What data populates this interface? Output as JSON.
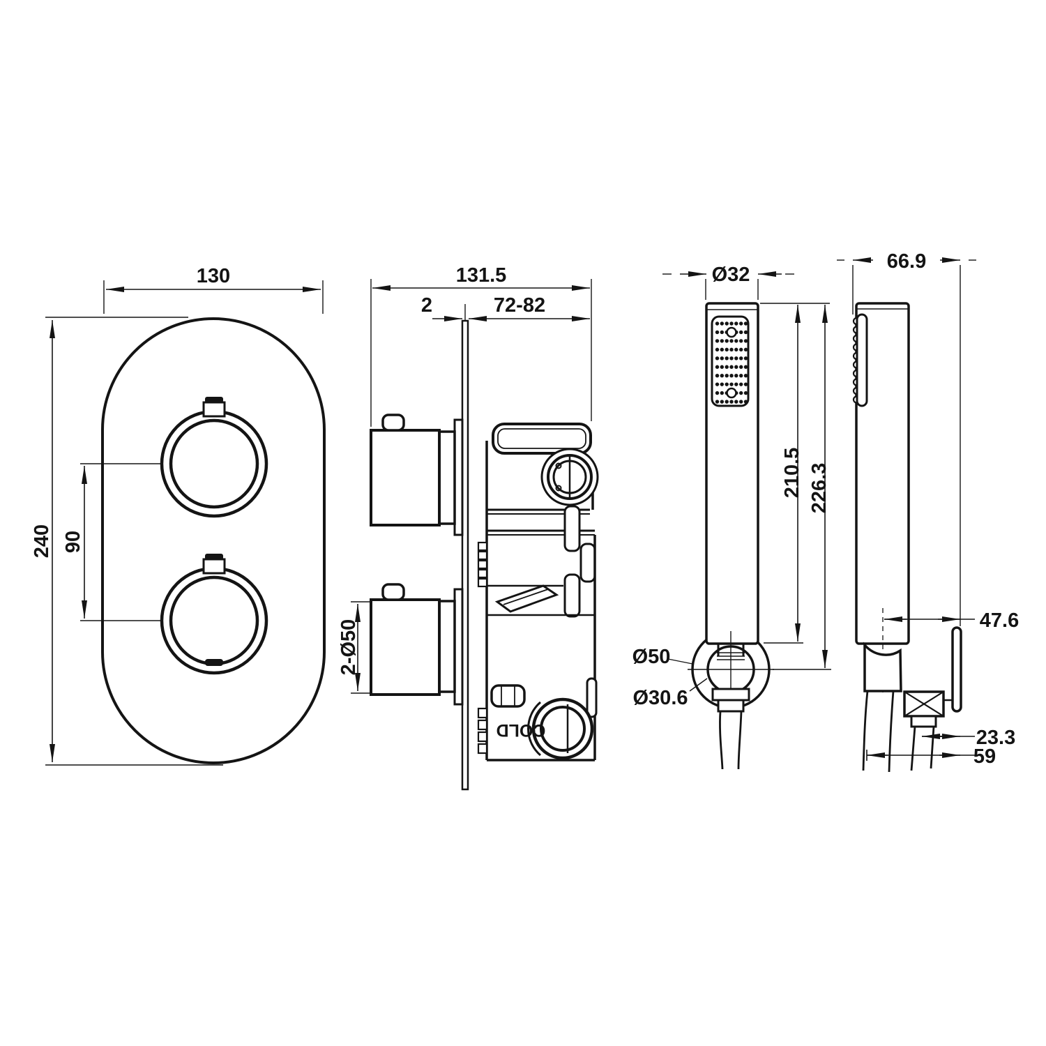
{
  "title": "thermostatic-shower-valve-technical-drawing",
  "colors": {
    "line": "#141414",
    "background": "#ffffff"
  },
  "views": {
    "valve_front": {
      "width": "130",
      "height": "240",
      "handle_spacing": "90"
    },
    "valve_side": {
      "depth": "131.5",
      "plate_thickness": "2",
      "install_depth": "72-82",
      "handle_dia": "2-Ø50",
      "cold_port": "COLD"
    },
    "shower_front": {
      "head_dia": "Ø32",
      "len_to_bracket": "210.5",
      "len_to_center": "226.3",
      "bracket_outer": "Ø50",
      "bracket_inner": "Ø30.6"
    },
    "shower_side": {
      "width": "66.9",
      "head_to_wall": "47.6",
      "hose_to_wall": "23.3",
      "bracket_to_wall": "59"
    }
  }
}
